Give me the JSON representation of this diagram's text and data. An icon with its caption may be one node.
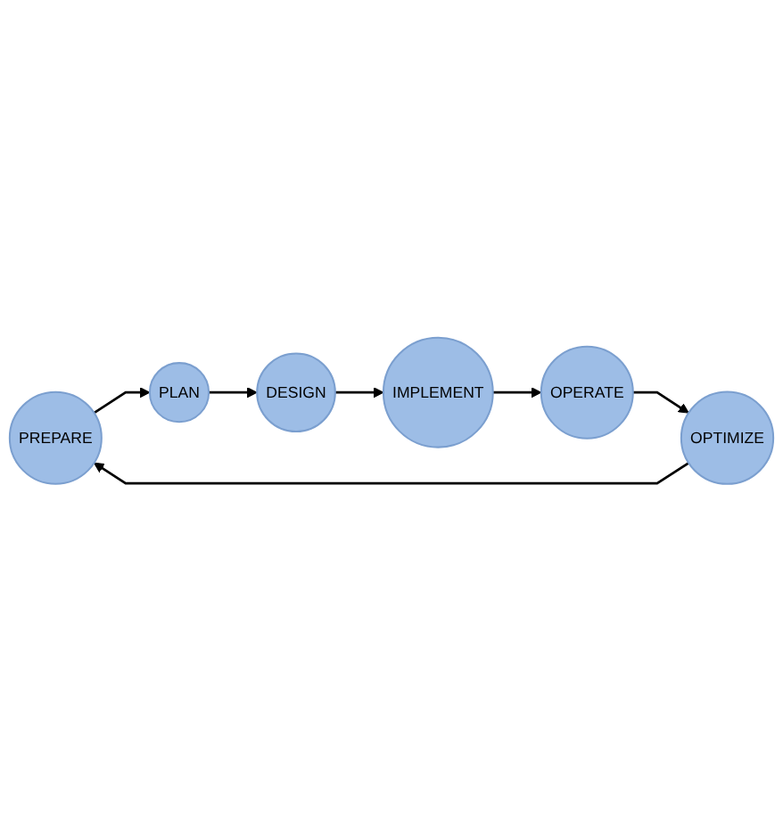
{
  "diagram": {
    "nodes": [
      {
        "text": [
          "PREPARE"
        ]
      },
      {
        "text": [
          "PLAN"
        ]
      },
      {
        "text": [
          "DESIGN"
        ]
      },
      {
        "text": [
          "IMPLEMENT"
        ]
      },
      {
        "text": [
          "OPERATE"
        ]
      },
      {
        "text": [
          "OPTIMIZE"
        ]
      }
    ],
    "edges": [
      {
        "from": 0,
        "to": 1,
        "arrow": "to"
      },
      {
        "from": 1,
        "to": 2,
        "arrow": "to"
      },
      {
        "from": 2,
        "to": 3,
        "arrow": "to"
      },
      {
        "from": 3,
        "to": 4,
        "arrow": "to"
      },
      {
        "from": 4,
        "to": 5,
        "arrow": "to"
      },
      {
        "from": 5,
        "to": 0,
        "arrow": "to"
      }
    ]
  }
}
